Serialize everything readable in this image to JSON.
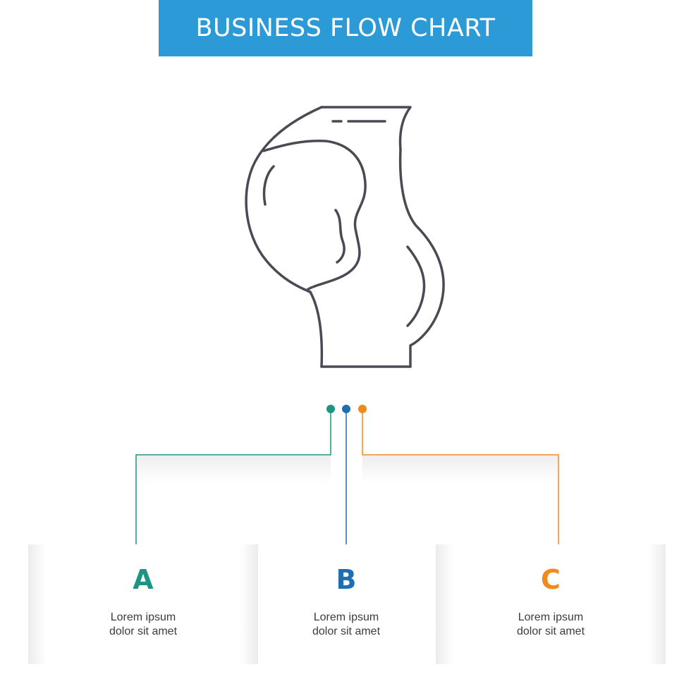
{
  "header": {
    "title": "BUSINESS FLOW CHART",
    "background_color": "#2d9ad8",
    "text_color": "#ffffff"
  },
  "central_icon": {
    "name": "pregnant-belly-icon",
    "stroke_color": "#4a4a55"
  },
  "steps": [
    {
      "letter": "A",
      "line1": "Lorem ipsum",
      "line2": "dolor sit amet",
      "color": "#1e9584"
    },
    {
      "letter": "B",
      "line1": "Lorem ipsum",
      "line2": "dolor sit amet",
      "color": "#1f6fb0"
    },
    {
      "letter": "C",
      "line1": "Lorem ipsum",
      "line2": "dolor sit amet",
      "color": "#f08a1c"
    }
  ]
}
